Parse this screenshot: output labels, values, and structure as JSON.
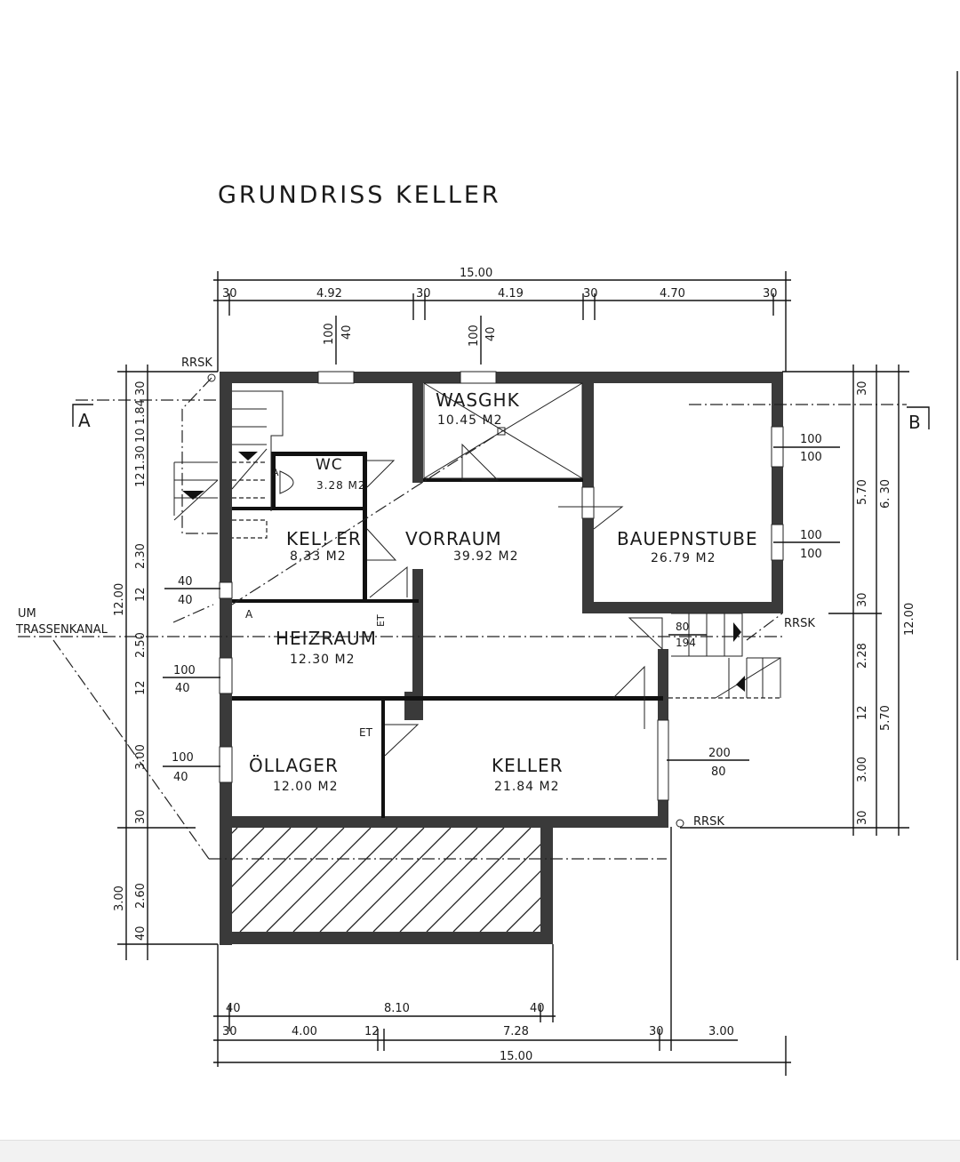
{
  "title": "GRUNDRISS KELLER",
  "rooms": [
    {
      "name": "WASGHK",
      "area": "10.45 M2"
    },
    {
      "name": "WC",
      "area": "3.28 M2"
    },
    {
      "name": "KEL! ER",
      "area": "8.33 M2"
    },
    {
      "name": "VORRAUM",
      "area": "39.92 M2"
    },
    {
      "name": "BAUEPNSTUBE",
      "area": "26.79 M2"
    },
    {
      "name": "HEIZRAUM",
      "area": "12.30 M2"
    },
    {
      "name": "ÖLLAGER",
      "area": "12.00 M2"
    },
    {
      "name": "KELLER",
      "area": "21.84 M2"
    }
  ],
  "dims_top": {
    "total": "15.00",
    "segments": [
      "30",
      "4.92",
      "30",
      "4.19",
      "30",
      "4.70",
      "30"
    ]
  },
  "dims_bottom": {
    "row1": [
      "40",
      "8.10",
      "40"
    ],
    "row2": [
      "30",
      "4.00",
      "12",
      "7.28",
      "30",
      "3.00"
    ],
    "total": "15.00"
  },
  "dims_left": {
    "segments": [
      "30",
      "1.84",
      "10",
      "1.30",
      "12",
      "2.30",
      "12",
      "2.50",
      "12",
      "3.00",
      "30",
      "2.60",
      "40"
    ],
    "total": "12.00",
    "terrace": "3.00"
  },
  "dims_right": {
    "segments": [
      "30",
      "5.70",
      "30",
      "2.28",
      "12",
      "3.00",
      "30"
    ],
    "mid": [
      "6. 30",
      "5.70"
    ],
    "total": "12.00"
  },
  "windows": {
    "top1": [
      "100",
      "40"
    ],
    "top2": [
      "100",
      "40"
    ],
    "right1": [
      "100",
      "100"
    ],
    "right2": [
      "100",
      "100"
    ],
    "left1": [
      "40",
      "40"
    ],
    "left2": [
      "100",
      "40"
    ],
    "left3": [
      "100",
      "40"
    ],
    "right3": [
      "200",
      "80"
    ],
    "stair": [
      "80",
      "194"
    ]
  },
  "labels": {
    "rrsk": "RRSK",
    "section_a": "A",
    "section_b": "B",
    "um": "UM",
    "trassenkanal": "TRASSENKANAL",
    "et": "ET",
    "a_mark": "A"
  }
}
